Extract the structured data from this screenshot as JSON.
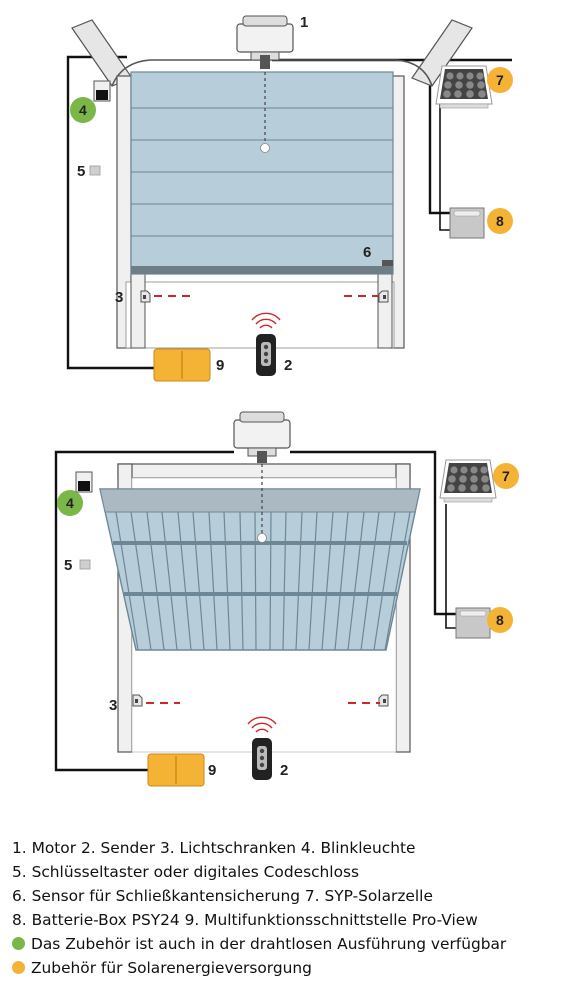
{
  "callouts": {
    "n1": "1",
    "n2": "2",
    "n3": "3",
    "n4": "4",
    "n5": "5",
    "n6": "6",
    "n7": "7",
    "n8": "8",
    "n9": "9"
  },
  "legend": {
    "line1": "1. Motor 2. Sender 3. Lichtschranken 4. Blinkleuchte",
    "line2": "5. Schlüsseltaster oder digitales Codeschloss",
    "line3": "6. Sensor für Schließkantensicherung 7. SYP-Solarzelle",
    "line4": "8. Batterie-Box PSY24 9. Multifunktionsschnittstelle Pro-View",
    "wireless_note": "Das Zubehör ist auch in der drahtlosen Ausführung verfügbar",
    "solar_note": "Zubehör für Solarenergieversorgung"
  },
  "colors": {
    "wireless": "#7ab648",
    "solar": "#f5b335",
    "door_panel": "#b7cdda",
    "cable": "#111111",
    "beam": "#d0252b"
  }
}
